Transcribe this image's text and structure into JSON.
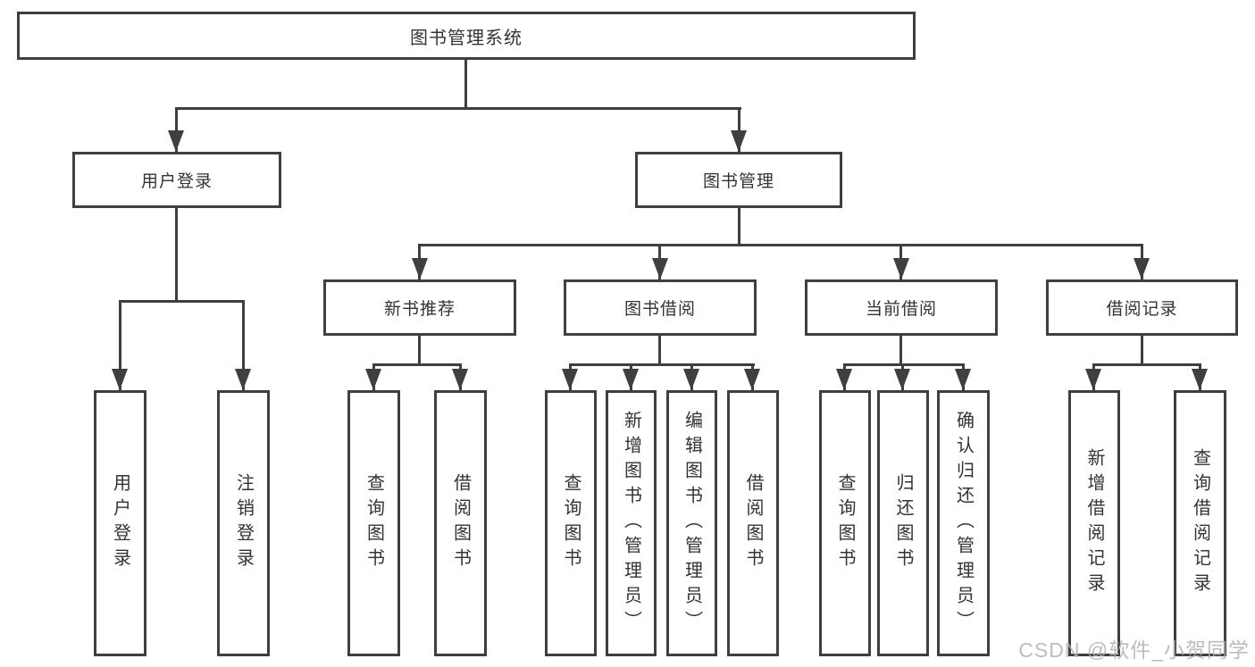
{
  "diagram": {
    "title": "图书管理系统",
    "branches": [
      {
        "label": "用户登录",
        "children": [
          "用户登录",
          "注销登录"
        ]
      },
      {
        "label": "图书管理",
        "modules": [
          {
            "label": "新书推荐",
            "children": [
              "查询图书",
              "借阅图书"
            ]
          },
          {
            "label": "图书借阅",
            "children": [
              "查询图书",
              "新增图书（管理员）",
              "编辑图书（管理员）",
              "借阅图书"
            ]
          },
          {
            "label": "当前借阅",
            "children": [
              "查询图书",
              "归还图书",
              "确认归还（管理员）"
            ]
          },
          {
            "label": "借阅记录",
            "children": [
              "新增借阅记录",
              "查询借阅记录"
            ]
          }
        ]
      }
    ]
  },
  "watermark": "CSDN @软件_小贺同学",
  "colors": {
    "line": "#3f3f3f",
    "text": "#333333",
    "watermark": "#b2b2b2",
    "background": "#ffffff"
  }
}
